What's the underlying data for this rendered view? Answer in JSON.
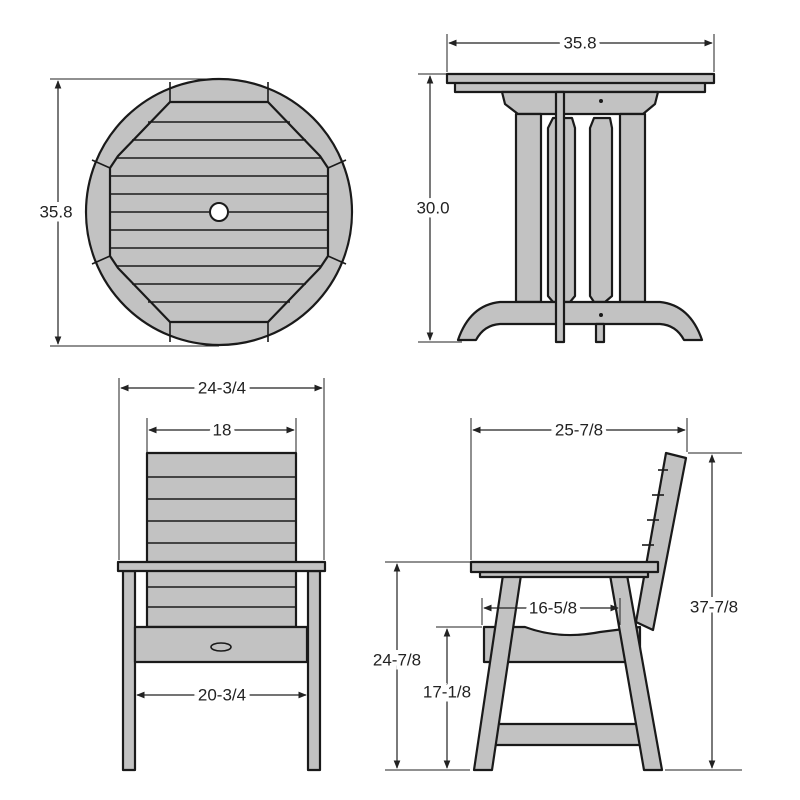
{
  "colors": {
    "part_fill": "#c2c2c2",
    "outline": "#1a1a1a",
    "background": "#ffffff"
  },
  "table_top_view": {
    "diameter": "35.8"
  },
  "table_side_view": {
    "width": "35.8",
    "height": "30.0"
  },
  "chair_front_view": {
    "overall_width": "24-3/4",
    "back_width": "18",
    "seat_width": "20-3/4"
  },
  "chair_side_view": {
    "depth": "25-7/8",
    "seat_depth": "16-5/8",
    "overall_height": "37-7/8",
    "arm_height": "24-7/8",
    "seat_height": "17-1/8"
  }
}
